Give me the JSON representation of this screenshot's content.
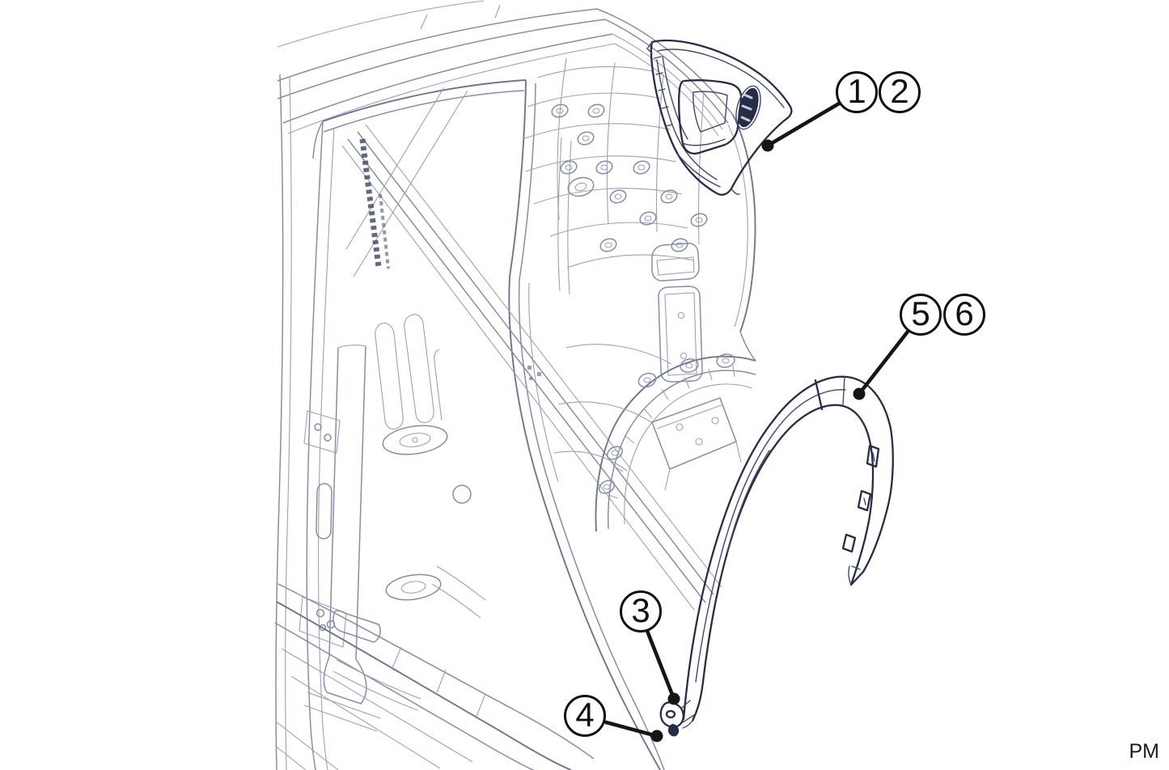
{
  "figure": {
    "callouts": {
      "c1": "1",
      "c2": "2",
      "c3": "3",
      "c4": "4",
      "c5": "5",
      "c6": "6"
    }
  },
  "footer": {
    "page_code": "PM"
  },
  "colors": {
    "background": "#ffffff",
    "wireframe_line_light": "#9ba1b6",
    "wireframe_line_dark": "#6f7590",
    "part_line": "#272c47",
    "leader_line": "#161616",
    "callout_stroke": "#101010",
    "text": "#1c1c1c"
  }
}
